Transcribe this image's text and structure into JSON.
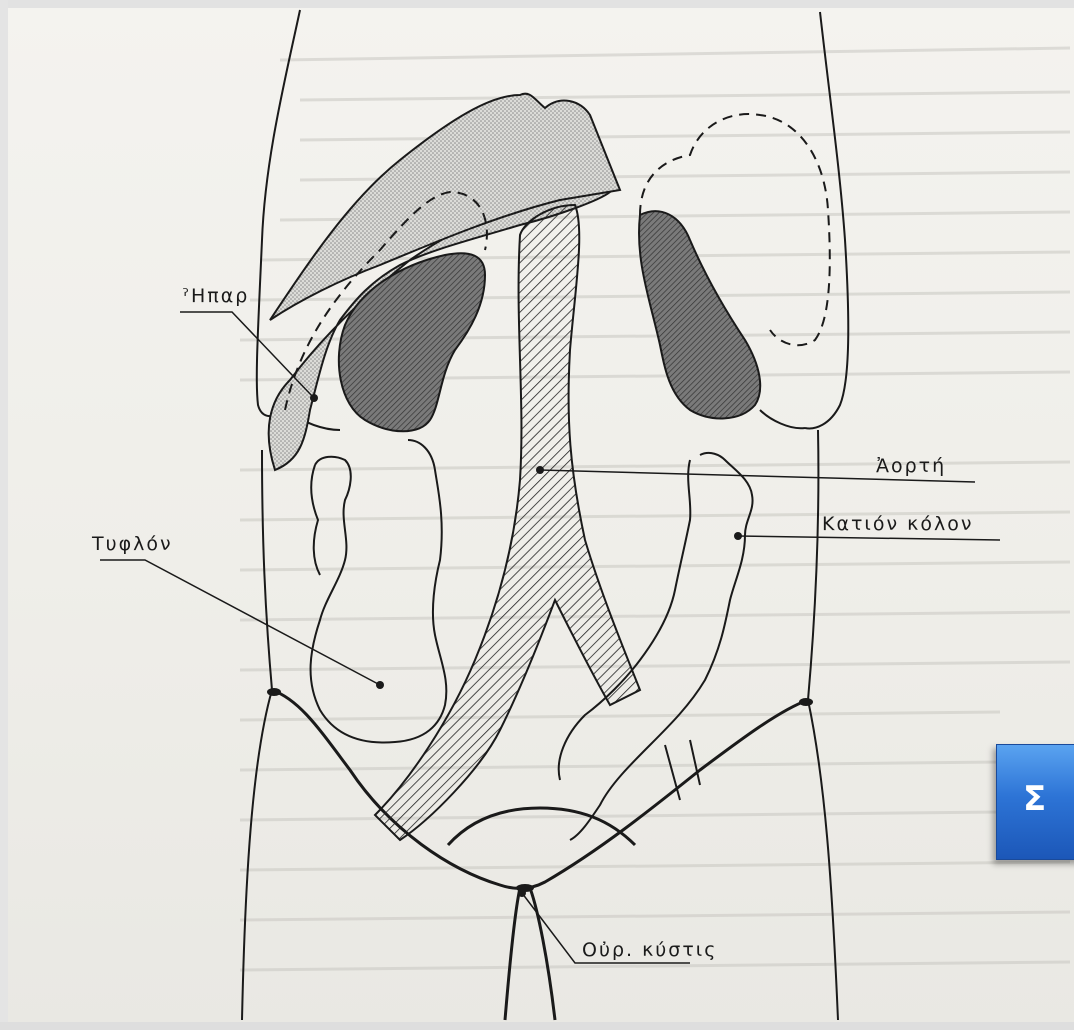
{
  "labels": {
    "liver": "ˀΗπαρ",
    "aorta": "Ἀορτή",
    "descending_colon": "Κατιόν κόλον",
    "cecum": "Τυφλόν",
    "bladder": "Οὐρ. κύστις"
  },
  "slide_button": {
    "text": "Σ"
  },
  "colors": {
    "ink": "#1a1a1a",
    "paper": "#f2f1ed",
    "button_blue": "#2d74d6"
  }
}
